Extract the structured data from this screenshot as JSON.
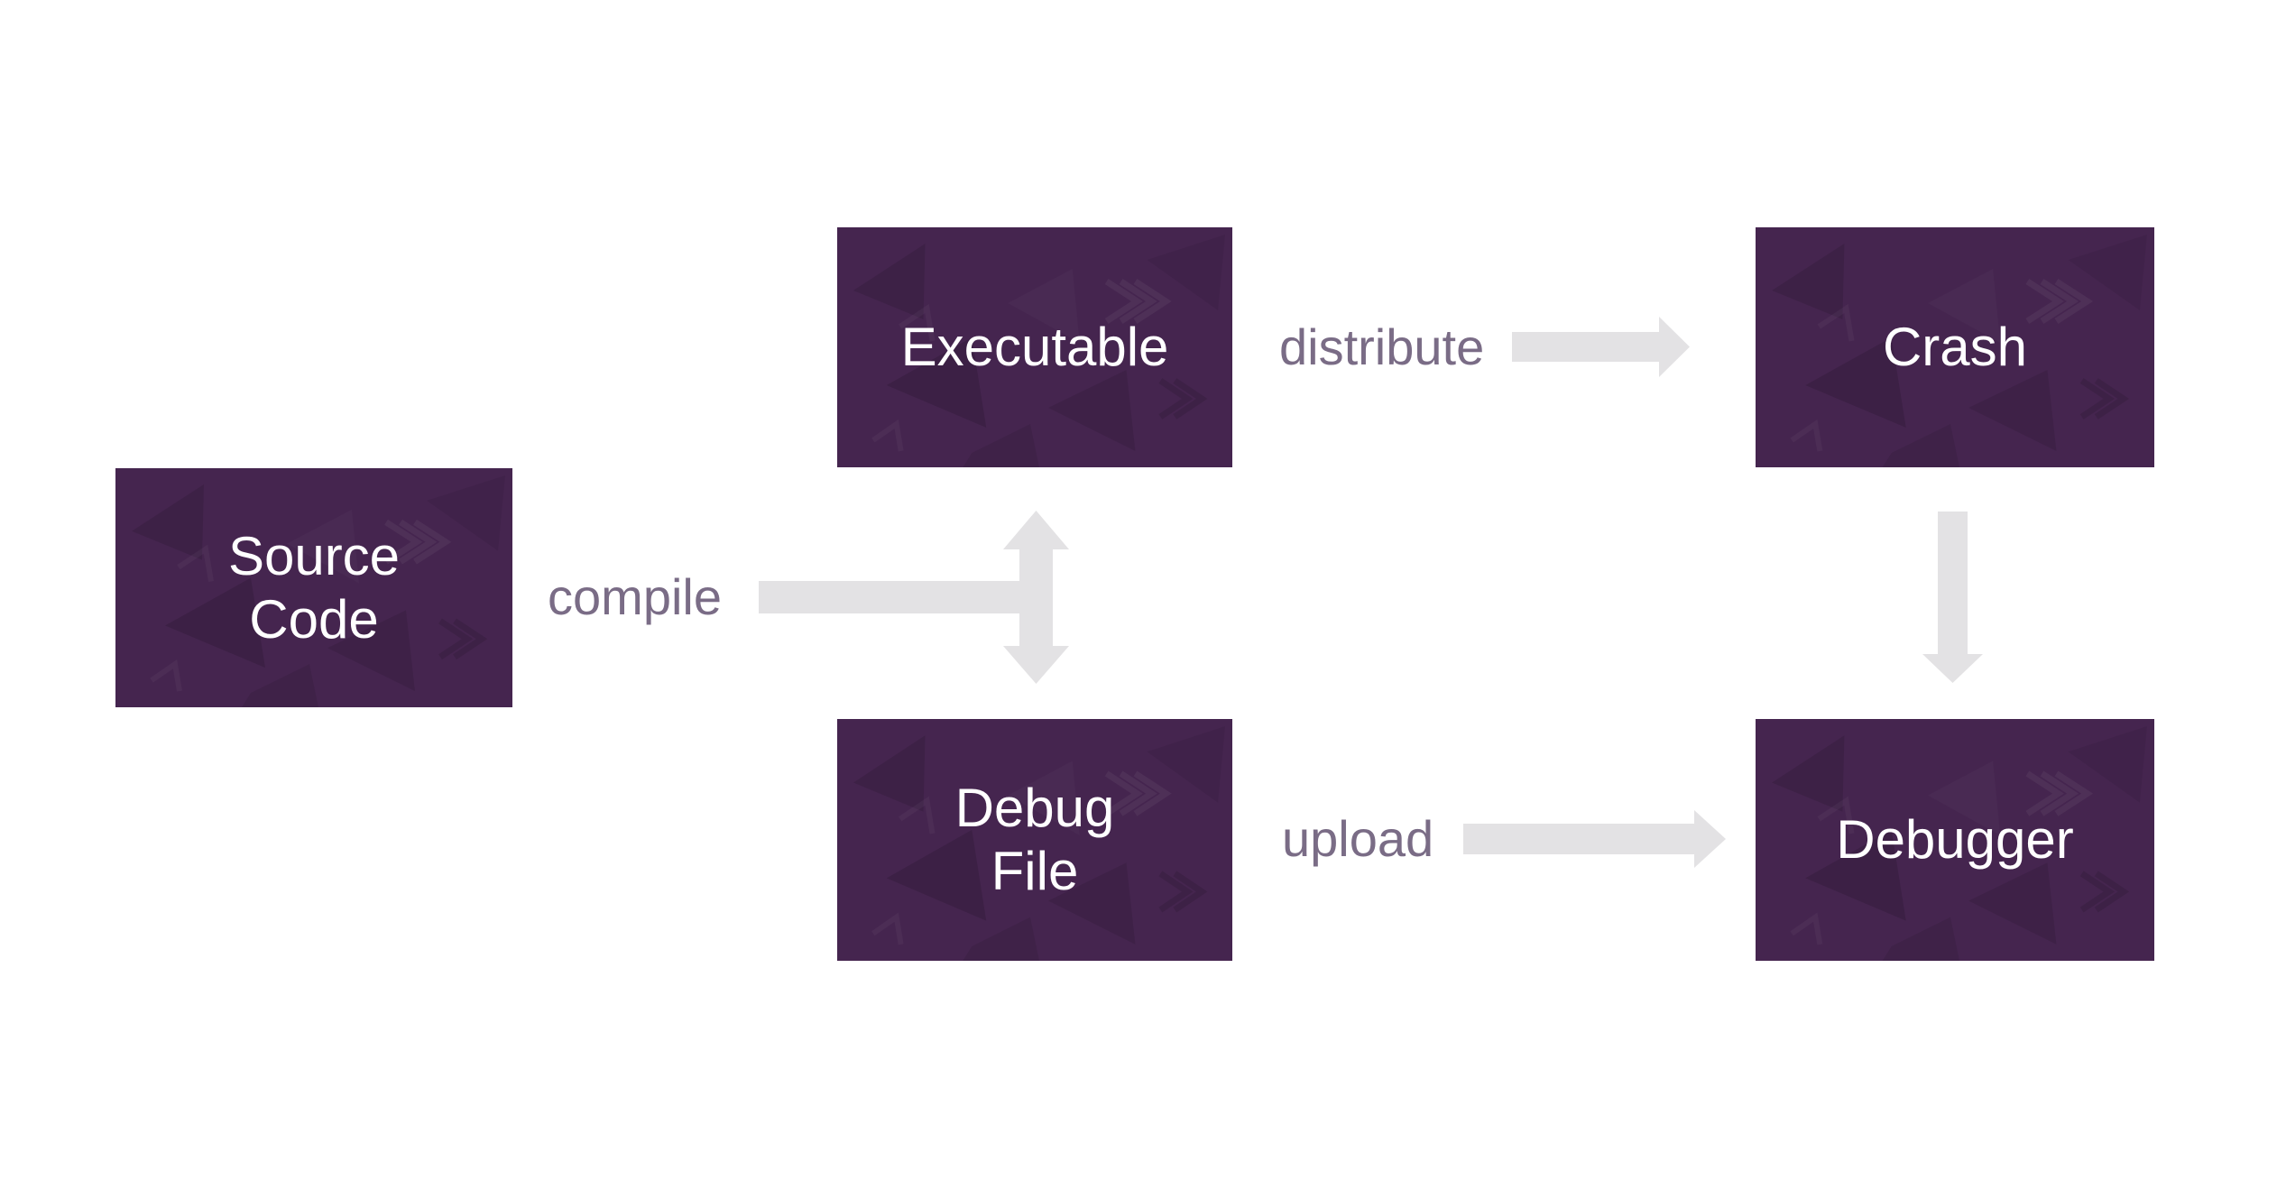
{
  "nodes": [
    {
      "id": "source-code",
      "label": "Source\nCode"
    },
    {
      "id": "executable",
      "label": "Executable"
    },
    {
      "id": "crash",
      "label": "Crash"
    },
    {
      "id": "debug-file",
      "label": "Debug\nFile"
    },
    {
      "id": "debugger",
      "label": "Debugger"
    }
  ],
  "edges": [
    {
      "from": "source-code",
      "to": "executable / debug-file",
      "label": "compile"
    },
    {
      "from": "executable",
      "to": "crash",
      "label": "distribute"
    },
    {
      "from": "debug-file",
      "to": "debugger",
      "label": "upload"
    },
    {
      "from": "crash",
      "to": "debugger",
      "label": ""
    }
  ],
  "colors": {
    "node_fill": "#45254f",
    "node_text": "#ffffff",
    "connector_label": "#7a6c86",
    "arrow_fill": "#e3e2e4",
    "canvas_bg": "#ffffff"
  }
}
